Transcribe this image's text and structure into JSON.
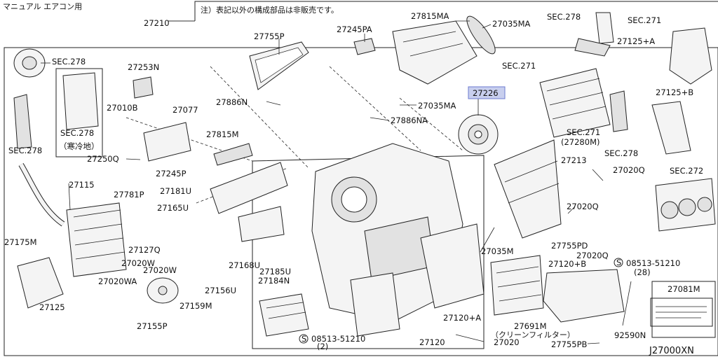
{
  "page_label": "マニュアル エアコン用",
  "note": "注）表記以外の構成部品は非販売です。",
  "diagram_code": "J27000XN",
  "highlight_color": "#c8cfee",
  "parts": {
    "p27210": "27210",
    "p27755P": "27755P",
    "p27245PA": "27245PA",
    "p27815MA": "27815MA",
    "p27035MA_top": "27035MA",
    "sec278_top": "SEC.278",
    "sec271_topright": "SEC.271",
    "p27125A": "27125+A",
    "sec278_left": "SEC.278",
    "p27253N": "27253N",
    "sec271_mid": "SEC.271",
    "p27226": "27226",
    "p27125B": "27125+B",
    "p27886N": "27886N",
    "p27035MA_mid": "27035MA",
    "p27010B": "27010B",
    "p27077": "27077",
    "p27886NA": "27886NA",
    "sec278_box": "SEC.278",
    "sec278_box_sub": "（寒冷地）",
    "p27815M": "27815M",
    "sec271_low": "SEC.271",
    "sec271_low_sub": "(27280M)",
    "sec278_leftlow": "SEC.278",
    "p27213": "27213",
    "sec278_right": "SEC.278",
    "p27250Q": "27250Q",
    "p27245P": "27245P",
    "p27020Q_a": "27020Q",
    "sec272": "SEC.272",
    "p27115": "27115",
    "p27181U": "27181U",
    "p27781P": "27781P",
    "p27165U": "27165U",
    "p27020Q_b": "27020Q",
    "p27175M": "27175M",
    "p27127Q": "27127Q",
    "p27755PD": "27755PD",
    "p27020W_a": "27020W",
    "p27035M": "27035M",
    "p27020Q_c": "27020Q",
    "p27020W_b": "27020W",
    "p27168U": "27168U",
    "p08513_r": "08513-51210",
    "p08513_r_sub": "(28)",
    "p27120B": "27120+B",
    "p27185U": "27185U",
    "p27184N": "27184N",
    "p27020WA": "27020WA",
    "p27125": "27125",
    "p27156U": "27156U",
    "p27081M": "27081M",
    "p27159M": "27159M",
    "p27120A": "27120+A",
    "p27155P": "27155P",
    "p27691M": "27691M",
    "p27691M_sub": "（クリーンフィルター）",
    "p92590N": "92590N",
    "p08513_b": "08513-51210",
    "p08513_b_sub": "(2)",
    "p27120": "27120",
    "p27020": "27020",
    "p27755PB": "27755PB"
  }
}
